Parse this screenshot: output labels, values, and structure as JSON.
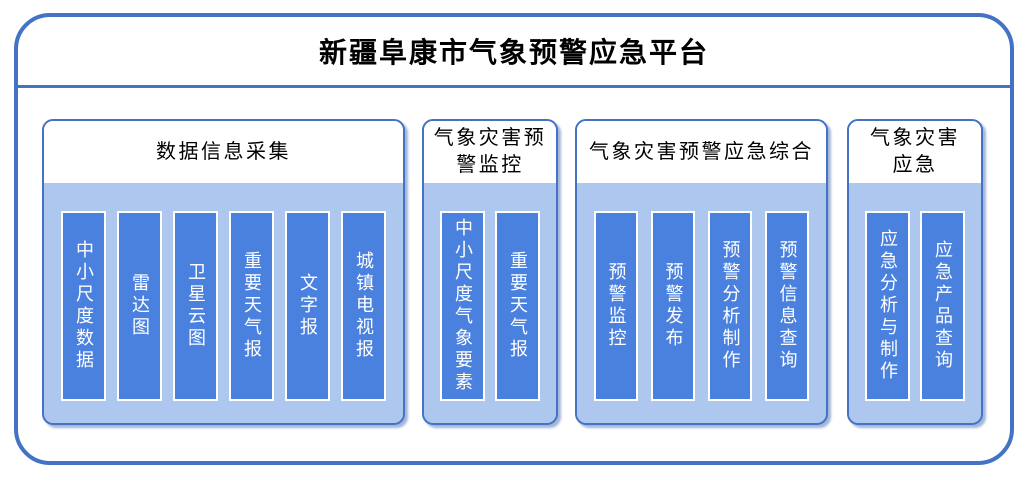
{
  "platform": {
    "title": "新疆阜康市气象预警应急平台"
  },
  "colors": {
    "frame_border": "#4472C4",
    "section_border": "#4472C4",
    "section_body_fill": "#AEC7EE",
    "section_header_fill": "#FFFFFF",
    "item_fill": "#4A80DE",
    "item_border": "#FFFFFF",
    "title_text": "#000000",
    "item_text": "#FFFFFF"
  },
  "sections": [
    {
      "title": "数据信息采集",
      "items": [
        "中小尺度数据",
        "雷达图",
        "卫星云图",
        "重要天气报",
        "文字报",
        "城镇电视报"
      ]
    },
    {
      "title": "气象灾害预\n警监控",
      "items": [
        "中小尺度气象要素",
        "重要天气报"
      ]
    },
    {
      "title": "气象灾害预警应急综合",
      "items": [
        "预警监控",
        "预警发布",
        "预警分析制作",
        "预警信息查询"
      ]
    },
    {
      "title": "气象灾害\n应急",
      "items": [
        "应急分析与制作",
        "应急产品查询"
      ]
    }
  ]
}
